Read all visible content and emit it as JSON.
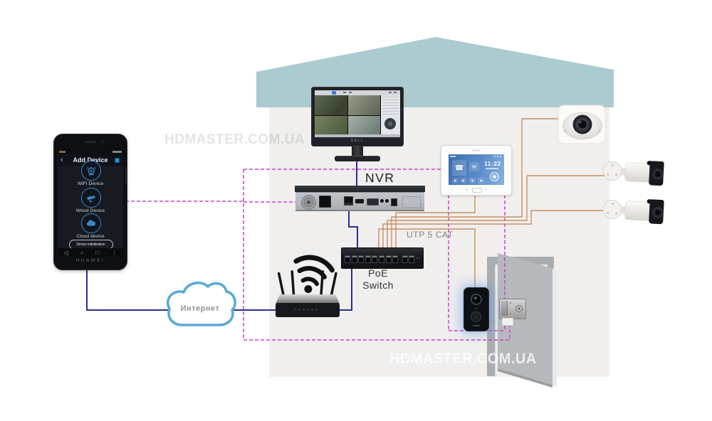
{
  "watermark": {
    "text": "HDMASTER.COM.UA"
  },
  "phone": {
    "brand": "HUAWEI",
    "title": "Add Device",
    "back_icon": "‹",
    "options": [
      {
        "label": "WiFi Device"
      },
      {
        "label": "Wired Device"
      },
      {
        "label": "Cloud device"
      }
    ],
    "init_button": "Device Initialization",
    "nav": {
      "back": "◁",
      "home": "○",
      "recents": "□",
      "menu": "⋮"
    }
  },
  "cloud": {
    "label": "Интернет"
  },
  "devices": {
    "nvr_label": "NVR",
    "switch_label": "PoE Switch",
    "utp_label": "UTP 5 CAT",
    "monitor_brand": "DELL",
    "tablet_clock": "11:22"
  },
  "icons": {
    "tablet_phone": "☎",
    "tablet_mail": "✉"
  },
  "colors": {
    "roof": "#accbd1",
    "wall": "#f0efed",
    "line_network": "#2b2e90",
    "line_config": "#cb3fcd",
    "line_utp": "#c78f63",
    "accent_blue": "#3d88c9",
    "cloud_outline": "#58a9d7"
  }
}
